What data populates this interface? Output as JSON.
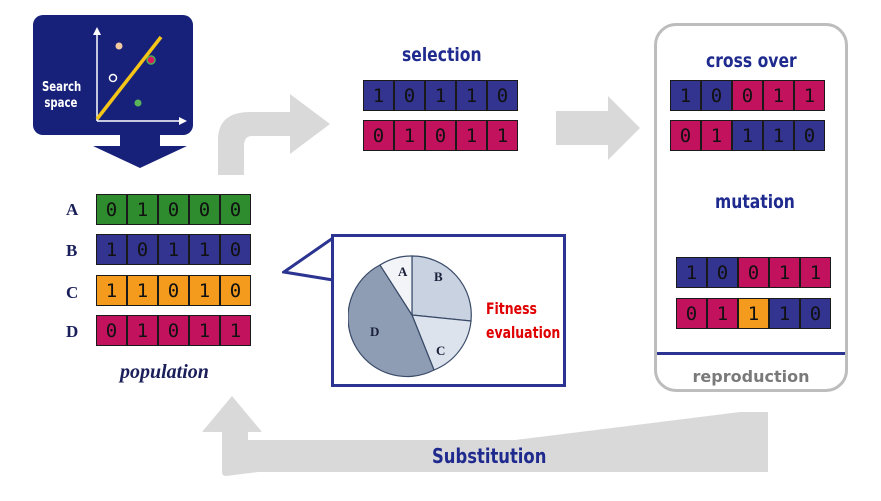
{
  "colors": {
    "green": "#2e8b2e",
    "blue": "#33348f",
    "orange": "#f49a1c",
    "magenta": "#c2125e",
    "navy": "#17217a",
    "title_blue": "#1f2a8f",
    "fitness_red": "#e00000",
    "arrow_gray": "#d9d9d9"
  },
  "search_space": {
    "label_line1": "Search",
    "label_line2": "space"
  },
  "population": {
    "caption": "population",
    "rows": [
      {
        "label": "A",
        "bits": [
          "0",
          "1",
          "0",
          "0",
          "0"
        ],
        "color": "green"
      },
      {
        "label": "B",
        "bits": [
          "1",
          "0",
          "1",
          "1",
          "0"
        ],
        "color": "blue"
      },
      {
        "label": "C",
        "bits": [
          "1",
          "1",
          "0",
          "1",
          "0"
        ],
        "color": "orange"
      },
      {
        "label": "D",
        "bits": [
          "0",
          "1",
          "0",
          "1",
          "1"
        ],
        "color": "magenta"
      }
    ]
  },
  "selection": {
    "title": "selection",
    "rows": [
      {
        "bits": [
          "1",
          "0",
          "1",
          "1",
          "0"
        ],
        "colors": [
          "blue",
          "blue",
          "blue",
          "blue",
          "blue"
        ]
      },
      {
        "bits": [
          "0",
          "1",
          "0",
          "1",
          "1"
        ],
        "colors": [
          "magenta",
          "magenta",
          "magenta",
          "magenta",
          "magenta"
        ]
      }
    ]
  },
  "crossover": {
    "title": "cross over",
    "rows": [
      {
        "bits": [
          "1",
          "0",
          "0",
          "1",
          "1"
        ],
        "colors": [
          "blue",
          "blue",
          "magenta",
          "magenta",
          "magenta"
        ]
      },
      {
        "bits": [
          "0",
          "1",
          "1",
          "1",
          "0"
        ],
        "colors": [
          "magenta",
          "magenta",
          "blue",
          "blue",
          "blue"
        ]
      }
    ]
  },
  "mutation": {
    "title": "mutation",
    "rows": [
      {
        "bits": [
          "1",
          "0",
          "0",
          "1",
          "1"
        ],
        "colors": [
          "blue",
          "blue",
          "magenta",
          "magenta",
          "magenta"
        ]
      },
      {
        "bits": [
          "0",
          "1",
          "1",
          "1",
          "0"
        ],
        "colors": [
          "magenta",
          "magenta",
          "orange",
          "blue",
          "blue"
        ]
      }
    ]
  },
  "reproduction": {
    "label": "reproduction"
  },
  "fitness": {
    "line1": "Fitness",
    "line2": "evaluation",
    "pie_labels": [
      "A",
      "B",
      "C",
      "D"
    ]
  },
  "substitution": {
    "label": "Substitution"
  }
}
